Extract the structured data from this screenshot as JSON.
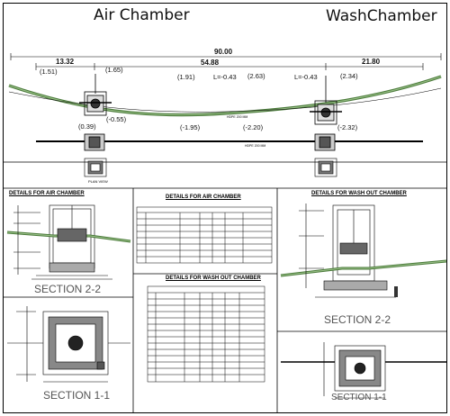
{
  "titles": {
    "air_chamber": "Air Chamber",
    "wash_chamber": "WashChamber"
  },
  "profile": {
    "overall_length": "90.00",
    "left_span": "13.32",
    "middle_span": "54.88",
    "right_span": "21.80",
    "levels": [
      "(1.51)",
      "(1.65)",
      "(1.91)",
      "L=-0.43",
      "(2.63)",
      "L=-0.43",
      "(2.34)",
      "(-0.55)",
      "(0.39)",
      "(-1.95)",
      "(-2.20)",
      "(-2.32)"
    ],
    "pipe_label_upper": "HDPE 200 MM",
    "pipe_label_lower": "HDPE 200 MM",
    "plan_view_label": "PLAN VIEW"
  },
  "panels": {
    "details_air_left": "DETAILS FOR AIR CHAMBER",
    "details_air_table": "DETAILS FOR AIR CHAMBER",
    "details_wash_table": "DETAILS FOR WASH OUT CHAMBER",
    "details_wash_right": "DETAILS FOR WASH OUT CHAMBER",
    "section_2_2_left": "SECTION 2-2",
    "section_1_1_left": "SECTION 1-1",
    "section_2_2_right": "SECTION 2-2",
    "section_1_1_right": "SECTION 1-1"
  },
  "colors": {
    "line": "#000000",
    "pipe_fill": "#4a7a3a",
    "pipe_light": "#9cc28a",
    "label_gray": "#555555"
  }
}
